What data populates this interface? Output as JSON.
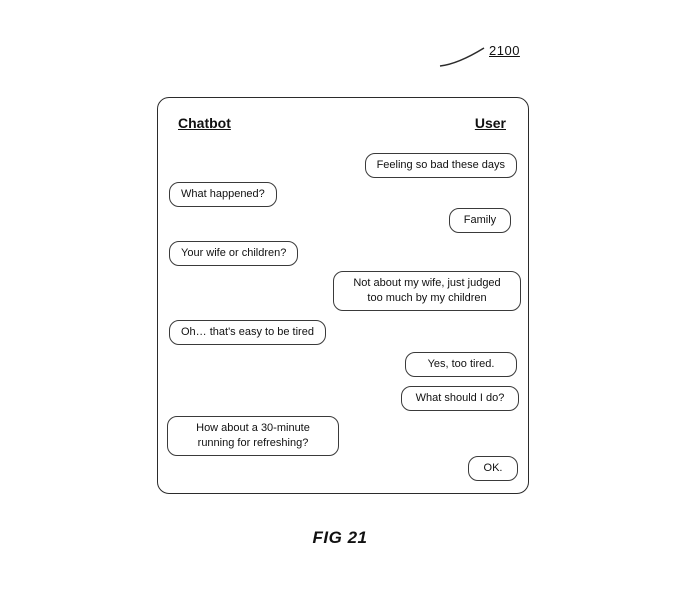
{
  "figure": {
    "reference_number": "2100",
    "caption": "FIG 21"
  },
  "chat": {
    "left_header": "Chatbot",
    "right_header": "User",
    "messages": [
      {
        "sender": "user",
        "text": "Feeling so bad these days"
      },
      {
        "sender": "chatbot",
        "text": "What happened?"
      },
      {
        "sender": "user",
        "text": "Family"
      },
      {
        "sender": "chatbot",
        "text": "Your wife or children?"
      },
      {
        "sender": "user",
        "text": "Not about my wife, just judged too much by my children"
      },
      {
        "sender": "chatbot",
        "text": "Oh… that's easy to be tired"
      },
      {
        "sender": "user",
        "text": "Yes, too tired."
      },
      {
        "sender": "user",
        "text": "What should I do?"
      },
      {
        "sender": "chatbot",
        "text": "How about a 30-minute running for refreshing?"
      },
      {
        "sender": "user",
        "text": "OK."
      }
    ]
  },
  "colors": {
    "line": "#2b2b2b",
    "background": "#ffffff",
    "text": "#111111"
  }
}
